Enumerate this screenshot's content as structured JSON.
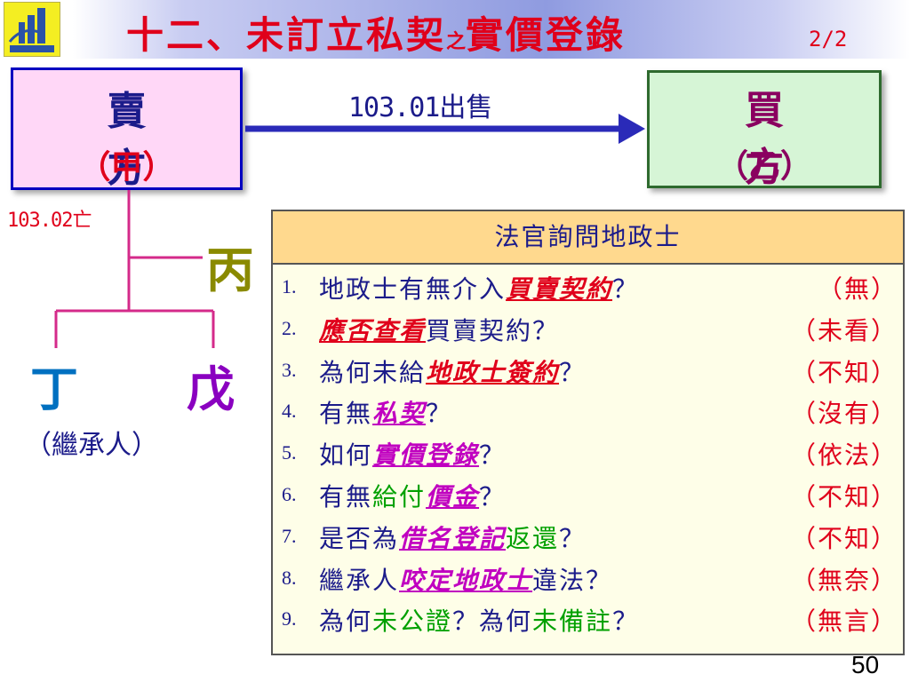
{
  "title": {
    "main": "十二、未訂立私契",
    "connector": "之",
    "tail": "實價登錄",
    "page_fraction": "2/2"
  },
  "seller": {
    "name": "賣方",
    "sub": "（甲）"
  },
  "buyer": {
    "name": "買方",
    "sub": "（乙）"
  },
  "arrow": {
    "num": "103.01",
    "text": "出售"
  },
  "death_label": "103.02亡",
  "third_party": "丙",
  "heirs": {
    "left": "丁",
    "right": "戊",
    "sub": "（繼承人）"
  },
  "table": {
    "header": "法官詢問地政士",
    "rows": [
      {
        "idx": "1.",
        "parts": [
          {
            "t": "地政士有無介入",
            "s": "n"
          },
          {
            "t": "買賣契約",
            "s": "r"
          },
          {
            "t": "？",
            "s": "n"
          }
        ],
        "answer": "（無）"
      },
      {
        "idx": "2.",
        "parts": [
          {
            "t": "應否查看",
            "s": "r"
          },
          {
            "t": "買賣契約？",
            "s": "n"
          }
        ],
        "answer": "（未看）"
      },
      {
        "idx": "3.",
        "parts": [
          {
            "t": "為何未給",
            "s": "n"
          },
          {
            "t": "地政士簽約",
            "s": "r"
          },
          {
            "t": "？",
            "s": "n"
          }
        ],
        "answer": "（不知）"
      },
      {
        "idx": "4.",
        "parts": [
          {
            "t": "有無",
            "s": "n"
          },
          {
            "t": "私契",
            "s": "m"
          },
          {
            "t": "？",
            "s": "n"
          }
        ],
        "answer": "（沒有）"
      },
      {
        "idx": "5.",
        "parts": [
          {
            "t": "如何",
            "s": "n"
          },
          {
            "t": "實價登錄",
            "s": "m"
          },
          {
            "t": "？",
            "s": "n"
          }
        ],
        "answer": "（依法）"
      },
      {
        "idx": "6.",
        "parts": [
          {
            "t": "有無",
            "s": "n"
          },
          {
            "t": "給付",
            "s": "g"
          },
          {
            "t": "價金",
            "s": "m"
          },
          {
            "t": "？",
            "s": "n"
          }
        ],
        "answer": "（不知）"
      },
      {
        "idx": "7.",
        "parts": [
          {
            "t": "是否為",
            "s": "n"
          },
          {
            "t": "借名登記",
            "s": "m"
          },
          {
            "t": "返還",
            "s": "g"
          },
          {
            "t": "？",
            "s": "n"
          }
        ],
        "answer": "（不知）"
      },
      {
        "idx": "8.",
        "parts": [
          {
            "t": "繼承人",
            "s": "n"
          },
          {
            "t": "咬定地政士",
            "s": "m"
          },
          {
            "t": "違法？",
            "s": "n"
          }
        ],
        "answer": "（無奈）"
      },
      {
        "idx": "9.",
        "parts": [
          {
            "t": "為何",
            "s": "n"
          },
          {
            "t": "未公證",
            "s": "g"
          },
          {
            "t": "？為何",
            "s": "n"
          },
          {
            "t": "未備註",
            "s": "g"
          },
          {
            "t": "？",
            "s": "n"
          }
        ],
        "answer": "（無言）"
      }
    ]
  },
  "page_number": "50",
  "colors": {
    "red": "#e0001b",
    "navy": "#1b1b8a",
    "magenta": "#c000c0",
    "green": "#00a000",
    "olive": "#8a8a00",
    "purple": "#8a00c0",
    "blue": "#0070c0"
  }
}
